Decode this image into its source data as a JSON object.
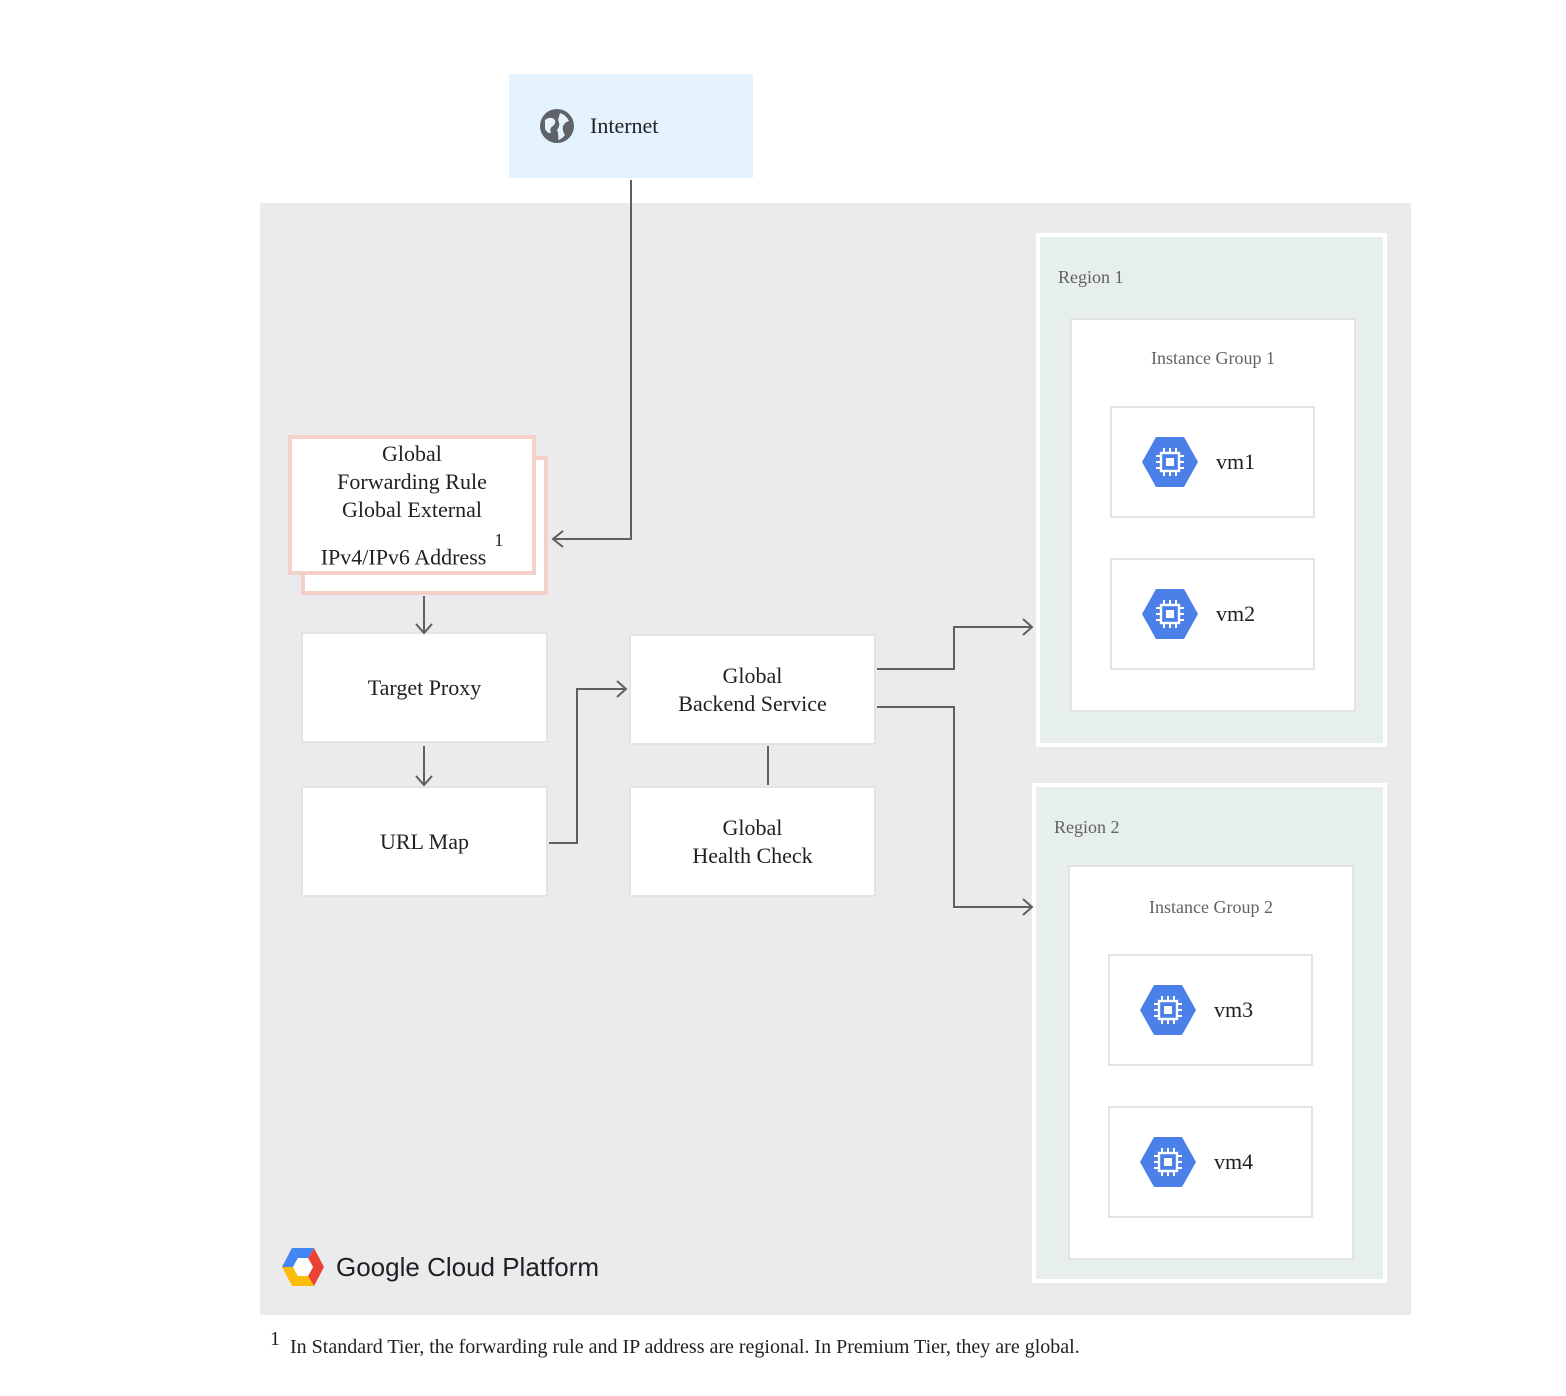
{
  "internet": {
    "label": "Internet",
    "icon": "globe-icon"
  },
  "forwarding_rule": {
    "line1": "Global",
    "line2": "Forwarding Rule",
    "line3": "Global External",
    "line4": "IPv4/IPv6 Address",
    "footnote_mark": "1"
  },
  "target_proxy": {
    "label": "Target Proxy"
  },
  "url_map": {
    "label": "URL Map"
  },
  "backend_service": {
    "line1": "Global",
    "line2": "Backend Service"
  },
  "health_check": {
    "line1": "Global",
    "line2": "Health Check"
  },
  "regions": [
    {
      "label": "Region 1",
      "instance_group": "Instance Group 1",
      "vms": [
        {
          "label": "vm1",
          "icon": "compute-engine-icon"
        },
        {
          "label": "vm2",
          "icon": "compute-engine-icon"
        }
      ]
    },
    {
      "label": "Region 2",
      "instance_group": "Instance Group 2",
      "vms": [
        {
          "label": "vm3",
          "icon": "compute-engine-icon"
        },
        {
          "label": "vm4",
          "icon": "compute-engine-icon"
        }
      ]
    }
  ],
  "platform": {
    "label": "Google Cloud Platform",
    "icon": "gcp-logo-icon"
  },
  "footnote": {
    "mark": "1",
    "text": "In Standard Tier, the forwarding rule and IP address are regional. In Premium Tier, they are global."
  },
  "colors": {
    "panel": "#ebebed",
    "internet_bg": "#e3f2fd",
    "region_bg": "#e6efe9",
    "forwarding_border": "#f3d0c8",
    "vm_icon": "#4a80e8",
    "connector": "#5f5f5f"
  }
}
